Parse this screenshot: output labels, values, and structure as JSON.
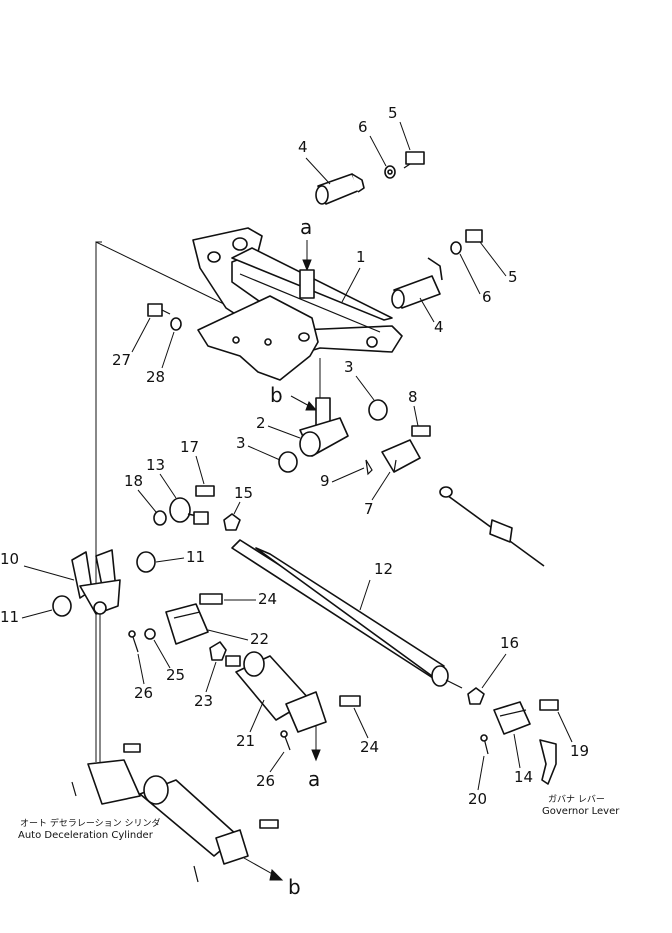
{
  "diagram": {
    "labels": [
      {
        "id": "l-4a",
        "text": "4"
      },
      {
        "id": "l-6a",
        "text": "6"
      },
      {
        "id": "l-5a",
        "text": "5"
      },
      {
        "id": "l-a-top",
        "text": "a"
      },
      {
        "id": "l-1",
        "text": "1"
      },
      {
        "id": "l-5b",
        "text": "5"
      },
      {
        "id": "l-6b",
        "text": "6"
      },
      {
        "id": "l-4b",
        "text": "4"
      },
      {
        "id": "l-27",
        "text": "27"
      },
      {
        "id": "l-28",
        "text": "28"
      },
      {
        "id": "l-3a",
        "text": "3"
      },
      {
        "id": "l-b-top",
        "text": "b"
      },
      {
        "id": "l-8",
        "text": "8"
      },
      {
        "id": "l-2",
        "text": "2"
      },
      {
        "id": "l-3b",
        "text": "3"
      },
      {
        "id": "l-17",
        "text": "17"
      },
      {
        "id": "l-9",
        "text": "9"
      },
      {
        "id": "l-7",
        "text": "7"
      },
      {
        "id": "l-13",
        "text": "13"
      },
      {
        "id": "l-18",
        "text": "18"
      },
      {
        "id": "l-15",
        "text": "15"
      },
      {
        "id": "l-10",
        "text": "10"
      },
      {
        "id": "l-11a",
        "text": "11"
      },
      {
        "id": "l-11b",
        "text": "11"
      },
      {
        "id": "l-12",
        "text": "12"
      },
      {
        "id": "l-24a",
        "text": "24"
      },
      {
        "id": "l-22",
        "text": "22"
      },
      {
        "id": "l-16",
        "text": "16"
      },
      {
        "id": "l-26a",
        "text": "26"
      },
      {
        "id": "l-25",
        "text": "25"
      },
      {
        "id": "l-23",
        "text": "23"
      },
      {
        "id": "l-24b",
        "text": "24"
      },
      {
        "id": "l-19",
        "text": "19"
      },
      {
        "id": "l-21",
        "text": "21"
      },
      {
        "id": "l-a-bottom",
        "text": "a"
      },
      {
        "id": "l-26b",
        "text": "26"
      },
      {
        "id": "l-14",
        "text": "14"
      },
      {
        "id": "l-20",
        "text": "20"
      },
      {
        "id": "l-b-bottom",
        "text": "b"
      }
    ],
    "captions": {
      "auto_decel_jp": "オート デセラレーション シリンダ",
      "auto_decel_en": "Auto Deceleration Cylinder",
      "governor_jp": "ガバナ レバー",
      "governor_en": "Governor Lever"
    }
  }
}
